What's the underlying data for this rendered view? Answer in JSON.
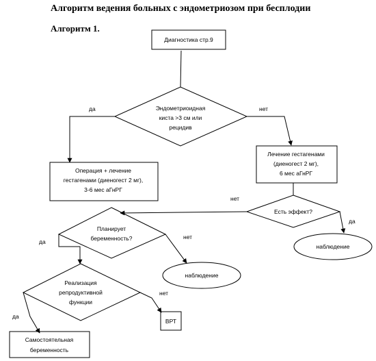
{
  "header": {
    "title": "Алгоритм ведения больных с эндометриозом при бесплодии",
    "subtitle": "Алгоритм 1."
  },
  "nodes": {
    "diagnostics": [
      "Диагностика стр.9"
    ],
    "cyst_decision": [
      "Эндометриоидная",
      "киста >3 см или",
      "рецидив"
    ],
    "surgery": [
      "Операция + лечение",
      "гестагенами (диеногест 2 мг),",
      "3-6 мес аГнРГ"
    ],
    "gestagen_treatment": [
      "Лечение гестагенами",
      "(диеногест 2 мг),",
      "6 мес аГнРГ"
    ],
    "effect_decision": [
      "Есть эффект?"
    ],
    "observation_right": [
      "наблюдение"
    ],
    "pregnancy_plan_decision": [
      "Планирует",
      "беременность?"
    ],
    "observation_left": [
      "наблюдение"
    ],
    "reproductive_decision": [
      "Реализация",
      "репродуктивной",
      "функции"
    ],
    "art": [
      "ВРТ"
    ],
    "spontaneous_pregnancy": [
      "Самостоятельная",
      "беременность"
    ]
  },
  "edge_labels": {
    "cyst_yes": "да",
    "cyst_no": "нет",
    "effect_no": "нет",
    "effect_yes": "да",
    "plan_yes": "да",
    "plan_no": "нет",
    "repro_yes": "да",
    "repro_no": "нет"
  },
  "colors": {
    "stroke": "#000000",
    "fill": "#ffffff"
  }
}
